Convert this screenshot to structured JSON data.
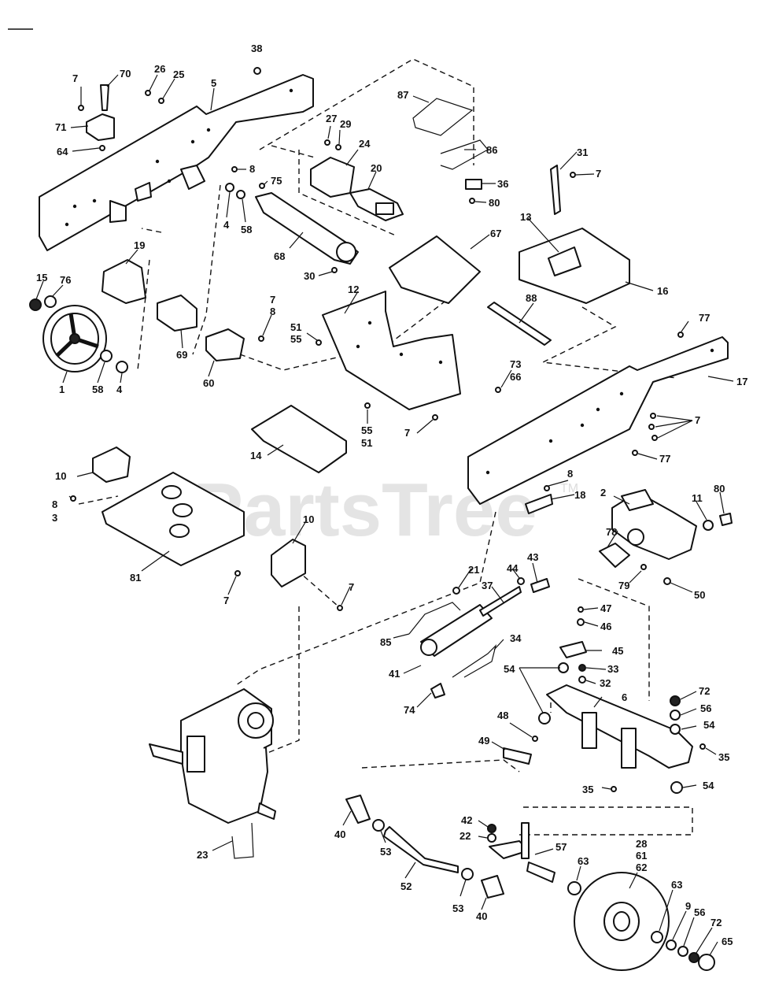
{
  "watermark": {
    "text": "PartsTree",
    "mark": "TM"
  },
  "callouts": {
    "c38": "38",
    "c7a": "7",
    "c70": "70",
    "c26": "26",
    "c25": "25",
    "c5": "5",
    "c71": "71",
    "c64": "64",
    "c8a": "8",
    "c27": "27",
    "c29": "29",
    "c24": "24",
    "c87": "87",
    "c86": "86",
    "c20": "20",
    "c36": "36",
    "c80a": "80",
    "c31": "31",
    "c7b": "7",
    "c75": "75",
    "c4a": "4",
    "c58a": "58",
    "c68": "68",
    "c30": "30",
    "c13": "13",
    "c16": "16",
    "c67": "67",
    "c19": "19",
    "c15": "15",
    "c76": "76",
    "c12": "12",
    "c7c": "7",
    "c8b": "8",
    "c51a": "51",
    "c55a": "55",
    "c69": "69",
    "c60": "60",
    "c1": "1",
    "c58b": "58",
    "c4b": "4",
    "c88": "88",
    "c77a": "77",
    "c17": "17",
    "c73": "73",
    "c66": "66",
    "c55b": "55",
    "c51b": "51",
    "c7d": "7",
    "c7e": "7",
    "c77b": "77",
    "c14": "14",
    "c10a": "10",
    "c8c": "8",
    "c3": "3",
    "c81": "81",
    "c10b": "10",
    "c7f": "7",
    "c7g": "7",
    "c8d": "8",
    "c18": "18",
    "c2": "2",
    "c11": "11",
    "c80b": "80",
    "c78": "78",
    "c79": "79",
    "c50": "50",
    "c21": "21",
    "c44": "44",
    "c43": "43",
    "c37": "37",
    "c85": "85",
    "c47": "47",
    "c46": "46",
    "c34": "34",
    "c45": "45",
    "c41": "41",
    "c54a": "54",
    "c33": "33",
    "c32": "32",
    "c74": "74",
    "c72a": "72",
    "c6": "6",
    "c56a": "56",
    "c48": "48",
    "c54b": "54",
    "c49": "49",
    "c35a": "35",
    "c35b": "35",
    "c54c": "54",
    "c40a": "40",
    "c42": "42",
    "c22": "22",
    "c57": "57",
    "c53a": "53",
    "c52": "52",
    "c23": "23",
    "c53b": "53",
    "c40b": "40",
    "c63a": "63",
    "c28": "28",
    "c61": "61",
    "c62": "62",
    "c63b": "63",
    "c9": "9",
    "c56b": "56",
    "c72b": "72",
    "c65": "65"
  }
}
